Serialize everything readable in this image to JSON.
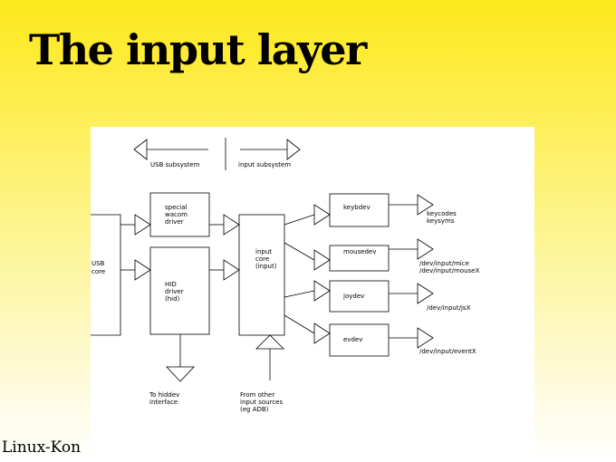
{
  "slide": {
    "title": "The input layer",
    "footer": "Linux-Kon"
  },
  "diagram": {
    "legend": {
      "left": "USB subsystem",
      "right": "input subsystem"
    },
    "usb_core": [
      "USB",
      "core"
    ],
    "boxes": {
      "special_wacom_driver": [
        "special",
        "wacom",
        "driver"
      ],
      "hid_driver": [
        "HID",
        "driver",
        "(hid)"
      ],
      "input_core": [
        "input",
        "core",
        "(input)"
      ],
      "keybdev": [
        "keybdev"
      ],
      "mousedev": [
        "mousedev"
      ],
      "joydev": [
        "joydev"
      ],
      "evdev": [
        "evdev"
      ]
    },
    "outputs": {
      "keybdev": [
        "keycodes",
        "keysyms"
      ],
      "mousedev": [
        "/dev/input/mice",
        "/dev/input/mouseX"
      ],
      "joydev": [
        "/dev/input/jsX"
      ],
      "evdev": [
        "/dev/input/eventX"
      ]
    },
    "bottom": {
      "hiddev": [
        "To hiddev",
        "interface"
      ],
      "other_sources": [
        "From other",
        "input sources",
        "(eg ADB)"
      ]
    }
  }
}
